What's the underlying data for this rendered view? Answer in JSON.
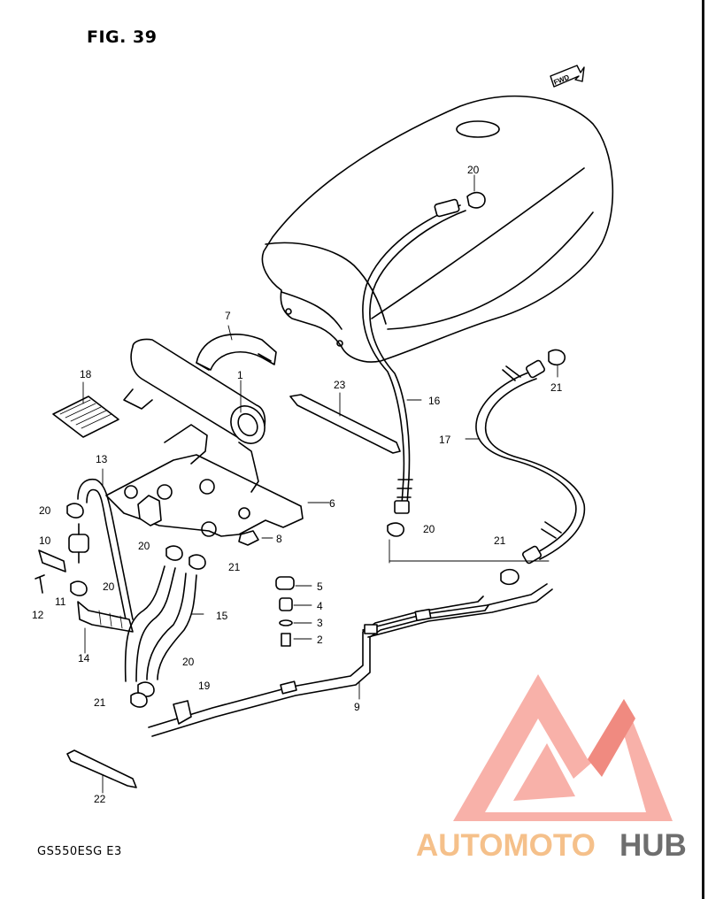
{
  "figure": {
    "title": "FIG. 39",
    "model_code": "GS550ESG E3",
    "direction_tag": "FWD"
  },
  "callouts": [
    {
      "id": "c1",
      "number": "1"
    },
    {
      "id": "c2",
      "number": "2"
    },
    {
      "id": "c3",
      "number": "3"
    },
    {
      "id": "c4",
      "number": "4"
    },
    {
      "id": "c5",
      "number": "5"
    },
    {
      "id": "c6",
      "number": "6"
    },
    {
      "id": "c7",
      "number": "7"
    },
    {
      "id": "c8",
      "number": "8"
    },
    {
      "id": "c9",
      "number": "9"
    },
    {
      "id": "c10",
      "number": "10"
    },
    {
      "id": "c11",
      "number": "11"
    },
    {
      "id": "c12",
      "number": "12"
    },
    {
      "id": "c13",
      "number": "13"
    },
    {
      "id": "c14",
      "number": "14"
    },
    {
      "id": "c15",
      "number": "15"
    },
    {
      "id": "c16",
      "number": "16"
    },
    {
      "id": "c17",
      "number": "17"
    },
    {
      "id": "c18",
      "number": "18"
    },
    {
      "id": "c19",
      "number": "19"
    },
    {
      "id": "c20a",
      "number": "20"
    },
    {
      "id": "c20b",
      "number": "20"
    },
    {
      "id": "c20c",
      "number": "20"
    },
    {
      "id": "c20d",
      "number": "20"
    },
    {
      "id": "c20e",
      "number": "20"
    },
    {
      "id": "c20f",
      "number": "20"
    },
    {
      "id": "c21a",
      "number": "21"
    },
    {
      "id": "c21b",
      "number": "21"
    },
    {
      "id": "c21c",
      "number": "21"
    },
    {
      "id": "c21d",
      "number": "21"
    },
    {
      "id": "c22",
      "number": "22"
    },
    {
      "id": "c23",
      "number": "23"
    }
  ],
  "watermark": {
    "brand": "AUTOMOTOHUB",
    "part1": "AUTOMOTO",
    "part2": "HUB",
    "color_primary": "#f08a80",
    "color_secondary": "#f5c08a",
    "color_dark": "#6e6e6e"
  }
}
